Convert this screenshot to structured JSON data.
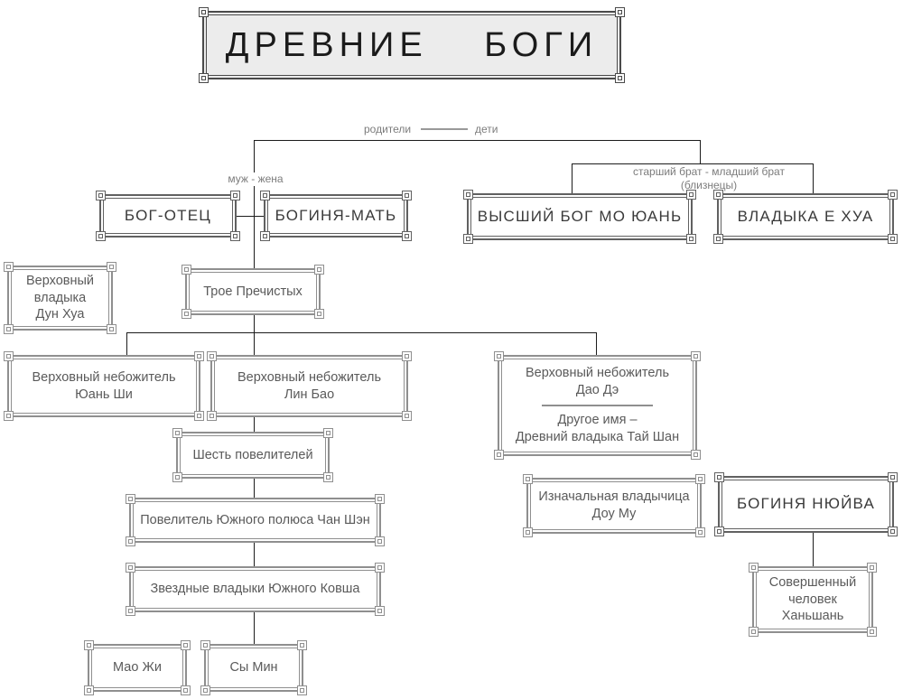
{
  "title": "ДРЕВНИЕ БОГИ",
  "legend": {
    "parents_label": "родители",
    "children_label": "дети"
  },
  "relationship_labels": {
    "husband_wife": "муж - жена",
    "brothers": "старший брат - младший брат\n(близнецы)"
  },
  "nodes": {
    "god_father": "БОГ-ОТЕЦ",
    "goddess_mother": "БОГИНЯ-МАТЬ",
    "supreme_god_mo_yuan": "ВЫСШИЙ БОГ МО ЮАНЬ",
    "lord_ye_hua": "ВЛАДЫКА Е ХУА",
    "supreme_lord_dun_hua": "Верховный\nвладыка\nДун Хуа",
    "three_pure_ones": "Трое Пречистых",
    "celestial_yuan_shi": "Верховный небожитель\nЮань Ши",
    "celestial_lin_bao": "Верховный небожитель\nЛин Бао",
    "celestial_dao_de": "Верховный небожитель\nДао Дэ",
    "dao_de_alt_name": "Другое имя –\nДревний владыка Тай Шан",
    "six_rulers": "Шесть повелителей",
    "chan_shen": "Повелитель Южного полюса Чан Шэн",
    "southern_dipper_lords": "Звездные владыки Южного Ковша",
    "mao_zhi": "Мао Жи",
    "sy_min": "Сы Мин",
    "dou_mu": "Изначальная владычица\nДоу Му",
    "goddess_nuwa": "БОГИНЯ НЮЙВА",
    "hanshan": "Совершенный\nчеловек\nХаньшань"
  }
}
